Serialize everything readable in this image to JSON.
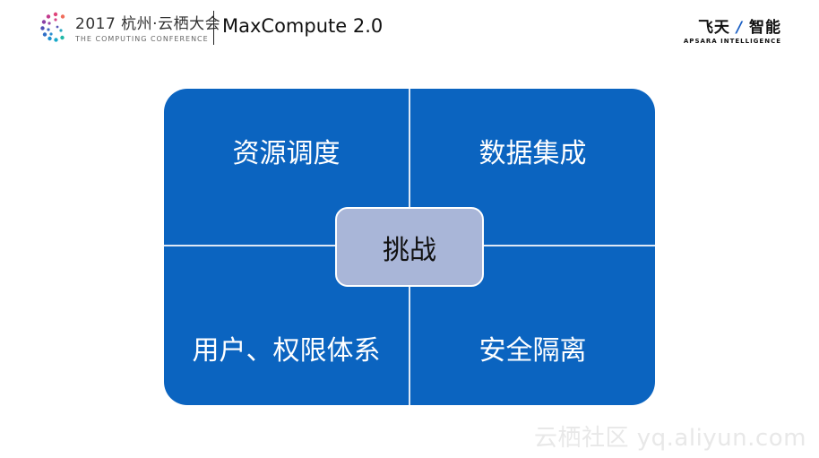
{
  "header": {
    "conference_title": "2017 杭州·云栖大会",
    "conference_subtitle": "THE COMPUTING CONFERENCE",
    "product_title": "MaxCompute 2.0",
    "brand_left": "飞天",
    "brand_slash": "/",
    "brand_right": "智能",
    "brand_subtitle": "APSARA INTELLIGENCE"
  },
  "quadrants": {
    "top_left": "资源调度",
    "top_right": "数据集成",
    "bottom_left": "用户、权限体系",
    "bottom_right": "安全隔离",
    "center": "挑战"
  },
  "watermark": "云栖社区 yq.aliyun.com",
  "colors": {
    "quadrant_fill": "#0b64c0",
    "center_fill": "#a9b6d8",
    "divider": "#dfe8f5",
    "brand_accent": "#1a5fc4"
  },
  "icons": {
    "conference_logo": "dotted-c-logo-icon"
  }
}
